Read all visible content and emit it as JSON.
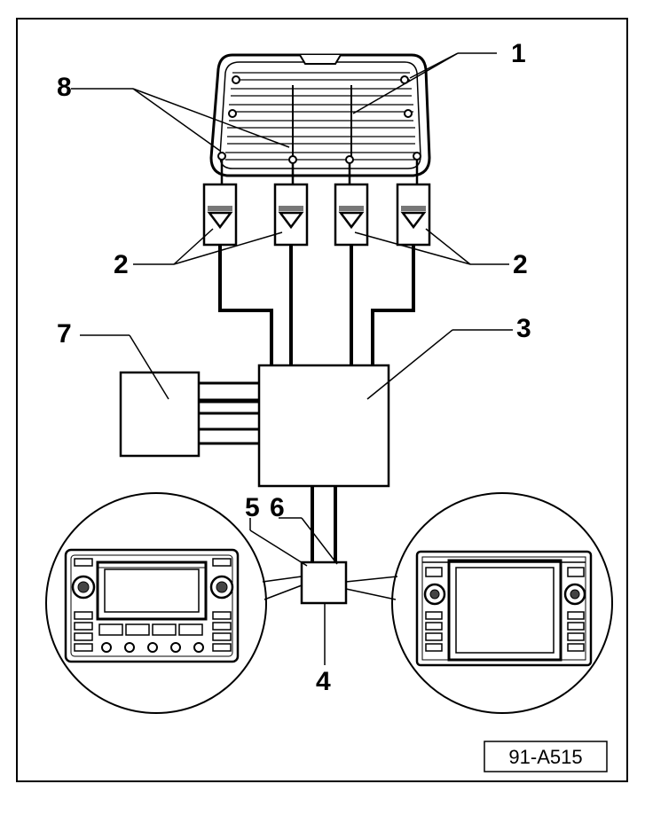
{
  "diagram": {
    "figure_ref": "91-A515",
    "callouts": {
      "c1": "1",
      "c2a": "2",
      "c2b": "2",
      "c3": "3",
      "c4": "4",
      "c5": "5",
      "c6": "6",
      "c7": "7",
      "c8": "8"
    }
  }
}
